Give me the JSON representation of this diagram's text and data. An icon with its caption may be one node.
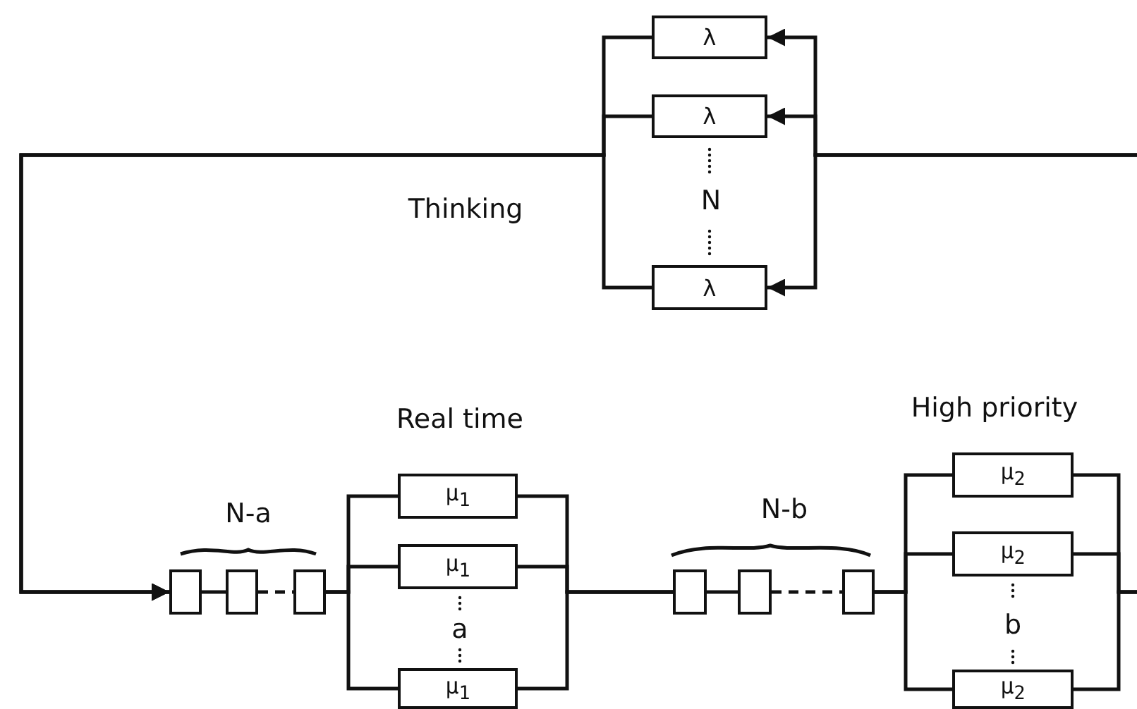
{
  "diagram": {
    "nodes": [
      {
        "text": [
          "λ"
        ]
      },
      {
        "text": [
          "λ"
        ]
      },
      {
        "text": [
          "λ"
        ]
      },
      {
        "text": [],
        "shape": "box"
      },
      {
        "text": [],
        "shape": "box"
      },
      {
        "text": [],
        "shape": "box"
      },
      {
        "text": [
          "μ$_{1}$"
        ]
      },
      {
        "text": [
          "μ$_{1}$"
        ]
      },
      {
        "text": [
          "μ$_{1}$"
        ]
      },
      {
        "text": [],
        "shape": "box"
      },
      {
        "text": [],
        "shape": "box"
      },
      {
        "text": [],
        "shape": "box"
      },
      {
        "text": [
          "μ$_{2}$"
        ]
      },
      {
        "text": [
          "μ$_{2}$"
        ]
      },
      {
        "text": [
          "μ$_{2}$"
        ]
      }
    ],
    "edges": [
      {
        "from": null,
        "to": 0,
        "arrow": "to"
      },
      {
        "from": null,
        "to": 1,
        "arrow": "to"
      },
      {
        "from": null,
        "to": 2,
        "arrow": "to"
      },
      {
        "from": 0,
        "to": 3,
        "arrow": "to"
      },
      {
        "from": 1,
        "to": 3,
        "arrow": "to"
      },
      {
        "from": 2,
        "to": 3,
        "arrow": "to"
      },
      {
        "from": 3,
        "to": 4,
        "arrow": "none"
      },
      {
        "from": 4,
        "to": 5,
        "arrow": "none",
        "style": "dashed"
      },
      {
        "from": 5,
        "to": 6,
        "arrow": "none"
      },
      {
        "from": 5,
        "to": 7,
        "arrow": "none"
      },
      {
        "from": 5,
        "to": 8,
        "arrow": "none"
      },
      {
        "from": 6,
        "to": 9,
        "arrow": "none"
      },
      {
        "from": 7,
        "to": 9,
        "arrow": "none"
      },
      {
        "from": 8,
        "to": 9,
        "arrow": "none"
      },
      {
        "from": 9,
        "to": 10,
        "arrow": "none"
      },
      {
        "from": 10,
        "to": 11,
        "arrow": "none",
        "style": "dashed"
      },
      {
        "from": 11,
        "to": 12,
        "arrow": "none"
      },
      {
        "from": 11,
        "to": 13,
        "arrow": "none"
      },
      {
        "from": 11,
        "to": 14,
        "arrow": "none"
      },
      {
        "from": 12,
        "to": null,
        "arrow": "none"
      },
      {
        "from": 13,
        "to": null,
        "arrow": "none"
      },
      {
        "from": 14,
        "to": null,
        "arrow": "none"
      }
    ],
    "labels": [
      "Thinking",
      "N",
      "Real time",
      "N-a",
      "a",
      "N-b",
      "High priority",
      "b"
    ]
  }
}
